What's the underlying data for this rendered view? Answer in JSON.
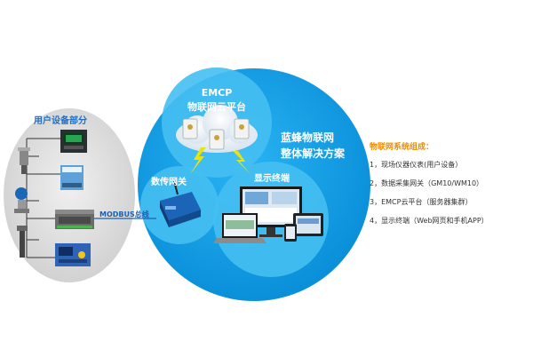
{
  "user_devices": {
    "title": "用户设备部分"
  },
  "bus_label": "MODBUS总线",
  "cloud_platform": {
    "line1": "EMCP",
    "line2": "物联网云平台"
  },
  "gateway": {
    "label": "数传网关"
  },
  "terminal": {
    "label": "显示终端"
  },
  "solution": {
    "line1": "蓝蜂物联网",
    "line2": "整体解决方案"
  },
  "composition": {
    "title": "物联网系统组成：",
    "items": [
      "1，现场仪器仪表(用户设备）",
      "2，数据采集网关（GM10/WM10）",
      "3，EMCP云平台（服务器集群）",
      "4，显示终端（Web网页和手机APP）"
    ]
  },
  "colors": {
    "big_circle": "#0a9be6",
    "inner_circle": "#3fb8ef",
    "device_ellipse": "#dcdcdc",
    "accent_orange": "#f08c00",
    "title_blue": "#1f6fc8"
  },
  "icons": [
    "server-icon",
    "cloud-icon",
    "lightning-icon",
    "gateway-device-icon",
    "monitor-icon",
    "laptop-icon",
    "tablet-icon",
    "phone-icon",
    "pressure-sensor-icon",
    "transmitter-icon",
    "flowmeter-icon",
    "panel-meter-icon",
    "io-module-icon",
    "plc-icon",
    "inverter-icon"
  ]
}
